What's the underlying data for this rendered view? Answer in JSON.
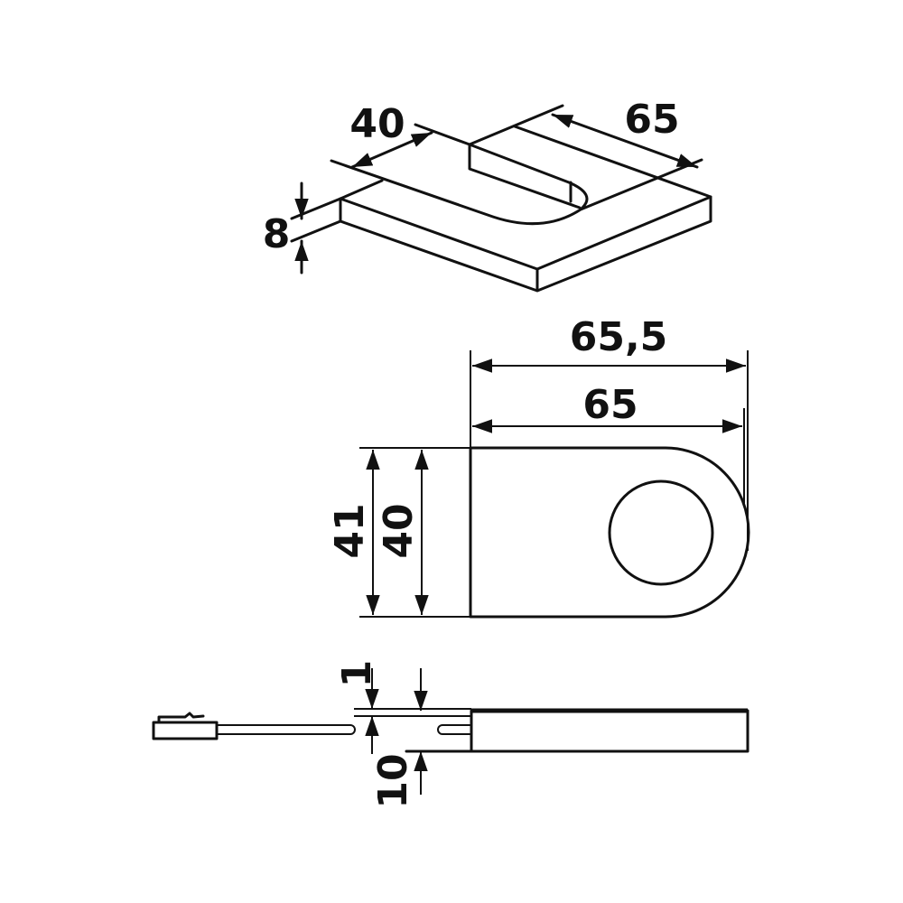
{
  "iso_view": {
    "width_label": "40",
    "length_label": "65",
    "thickness_label": "8"
  },
  "top_view": {
    "overall_length_label": "65,5",
    "length_label": "65",
    "overall_width_label": "41",
    "width_label": "40"
  },
  "side_view": {
    "gap_label": "1",
    "height_label": "10"
  },
  "colors": {
    "line": "#111111",
    "background": "#ffffff"
  }
}
